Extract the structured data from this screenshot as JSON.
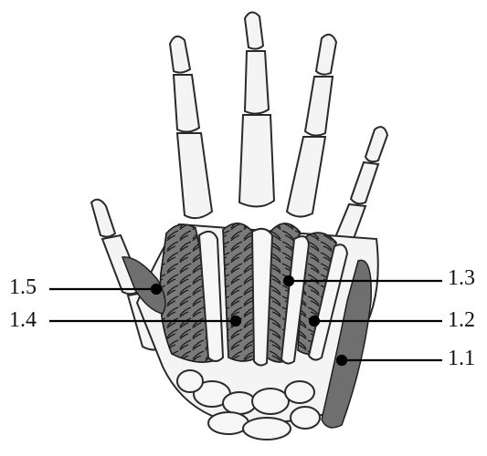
{
  "figure": {
    "labels": {
      "l11": "1.1",
      "l12": "1.2",
      "l13": "1.3",
      "l14": "1.4",
      "l15": "1.5"
    }
  }
}
